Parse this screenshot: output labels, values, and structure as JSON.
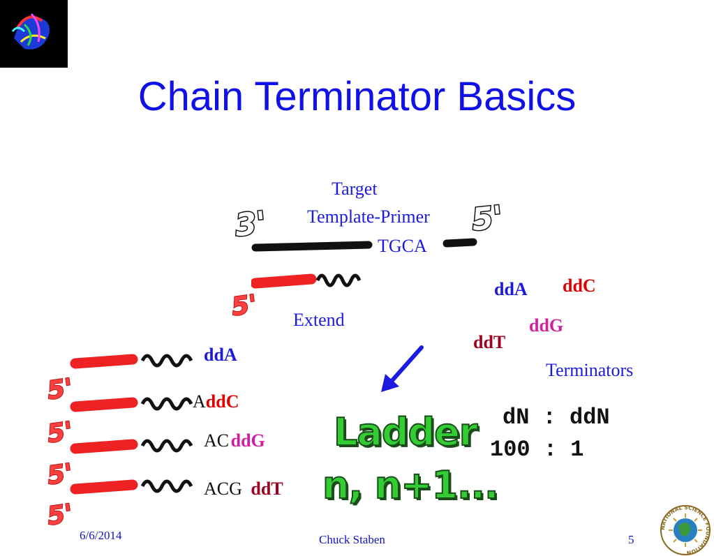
{
  "slide": {
    "title": "Chain Terminator Basics",
    "labels": {
      "target": "Target",
      "template_primer": "Template-Primer",
      "tgca": "TGCA",
      "three_prime": "3'",
      "five_prime_top": "5'",
      "five_prime_primer": "5'",
      "extend": "Extend",
      "terminators": "Terminators"
    },
    "terminator_list": {
      "ddA": "ddA",
      "ddC": "ddC",
      "ddG": "ddG",
      "ddT": "ddT"
    },
    "ladder_rows": [
      {
        "prefix": "",
        "terminator": "ddA"
      },
      {
        "prefix": "A",
        "terminator": "ddC"
      },
      {
        "prefix": "AC",
        "terminator": "ddG"
      },
      {
        "prefix": "ACG",
        "terminator": "ddT"
      }
    ],
    "five_prime_ladder": [
      "5'",
      "5'",
      "5'",
      "5'"
    ],
    "ladder_text": {
      "line1": "Ladder",
      "line2": "n, n+1..."
    },
    "ratio": {
      "line1": "dN : ddN",
      "line2": "100 : 1"
    },
    "colors": {
      "ddA": "#1a1ae0",
      "ddC": "#e00000",
      "ddG": "#d020a0",
      "ddT": "#a00020",
      "strand_red": "#ee2222",
      "title_blue": "#1010e8"
    }
  },
  "footer": {
    "date": "6/6/2014",
    "author": "Chuck Staben",
    "page": "5"
  },
  "logo": {
    "nsf_text": "NATIONAL SCIENCE FOUNDATION"
  }
}
